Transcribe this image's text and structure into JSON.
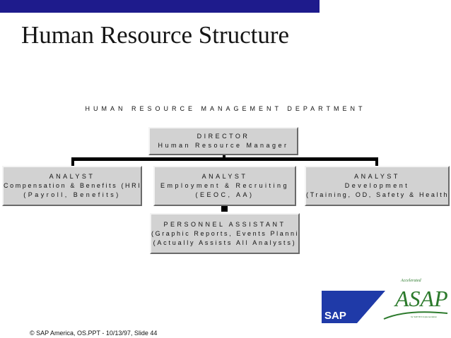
{
  "slide": {
    "title": "Human Resource Structure",
    "department": "HUMAN RESOURCE MANAGEMENT DEPARTMENT",
    "footer": "© SAP America, OS.PPT - 10/13/97, Slide 44"
  },
  "org": {
    "director": {
      "line1": "DIRECTOR",
      "line2": "Human Resource Manager"
    },
    "analyst_comp": {
      "line1": "ANALYST",
      "line2": "Compensation & Benefits (HRIS)",
      "line3": "(Payroll, Benefits)"
    },
    "analyst_emp": {
      "line1": "ANALYST",
      "line2": "Employment & Recruiting",
      "line3": "(EEOC, AA)"
    },
    "analyst_dev": {
      "line1": "ANALYST",
      "line2": "Development",
      "line3": "(Training, OD, Safety & Health)"
    },
    "personnel": {
      "line1": "PERSONNEL ASSISTANT",
      "line2": "(Graphic Reports, Events Planning)",
      "line3": "(Actually Assists All Analysts)"
    }
  },
  "logo": {
    "brand": "SAP",
    "product": "ASAP",
    "tagline": "Accelerated",
    "subtagline": "for SAP R/3 Implementation",
    "registered": "®"
  },
  "colors": {
    "title_bar": "#1e1b8c",
    "box_fill": "#d2d2d2",
    "logo_blue": "#1f3aa8",
    "logo_green": "#2c7a2c"
  }
}
